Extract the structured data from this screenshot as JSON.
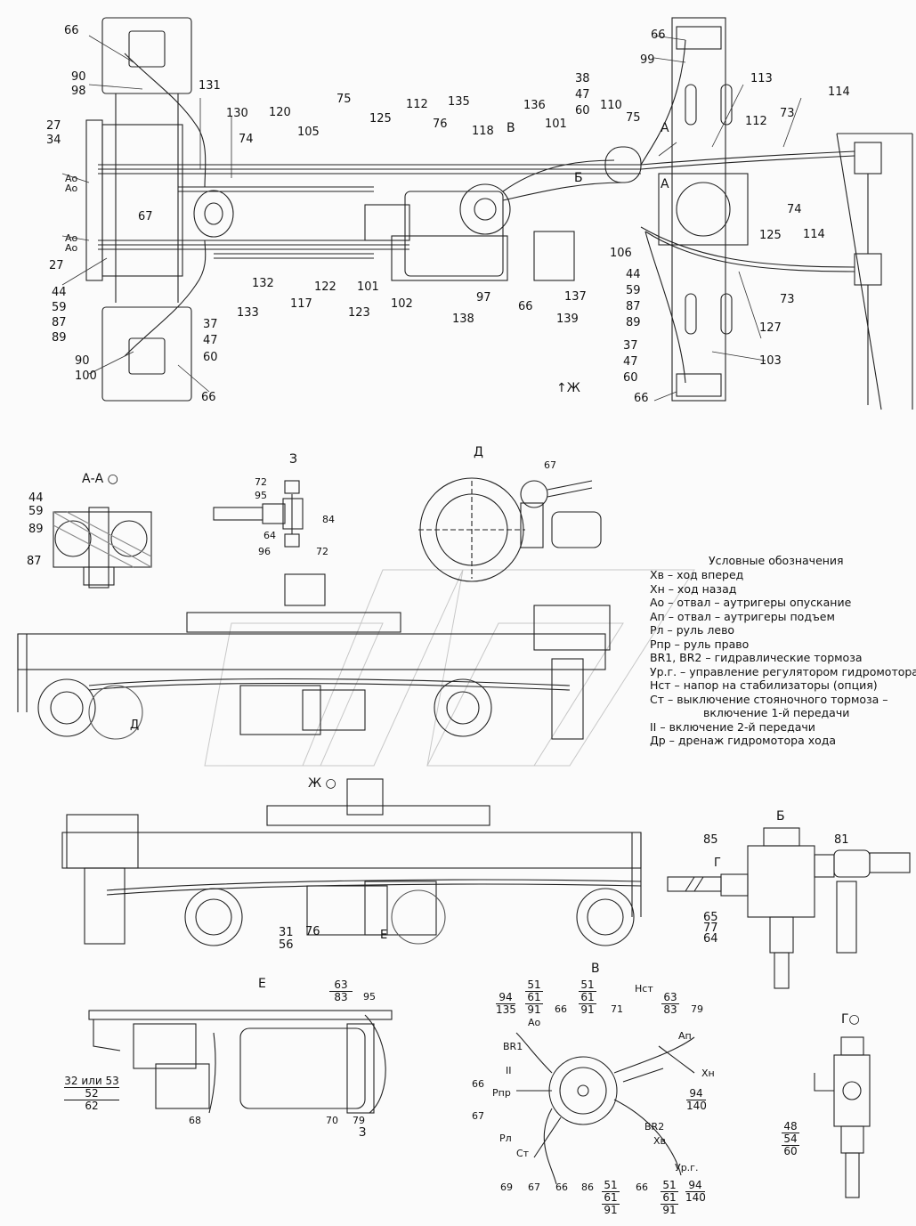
{
  "views": {
    "top": {
      "marker": "Ж"
    },
    "section_aa": {
      "title": "А-А"
    },
    "detail_z": {
      "title": "З"
    },
    "detail_d": {
      "title": "Д"
    },
    "side_zh": {
      "title": "Ж"
    },
    "detail_b": {
      "title": "Б"
    },
    "detail_e": {
      "title": "Е"
    },
    "detail_v": {
      "title": "В"
    },
    "detail_g": {
      "title": "Г"
    }
  },
  "legend": {
    "title": "Условные обозначения",
    "items": [
      "Хв – ход вперед",
      "Хн – ход назад",
      "Ао – отвал – аутригеры опускание",
      "Ап – отвал – аутригеры подъем",
      "Рл – руль лево",
      "Рпр – руль право",
      "BR1, BR2 – гидравлические тормоза",
      "Ур.г. – управление регулятором гидромотора",
      "Нст – напор на стабилизаторы (опция)",
      "Ст – выключение стояночного тормоза –",
      "включение 1-й передачи",
      "II – включение 2-й передачи",
      "Др – дренаж гидромотора хода"
    ]
  },
  "callouts": {
    "top_left": [
      "66",
      "90",
      "98",
      "27",
      "34",
      "Ао",
      "Ао",
      "Ао",
      "Ао",
      "27",
      "44",
      "59",
      "87",
      "89",
      "90",
      "100",
      "66",
      "37",
      "47",
      "60",
      "133",
      "132",
      "117",
      "122",
      "123",
      "101",
      "102",
      "67",
      "74",
      "130",
      "131",
      "120",
      "105",
      "75",
      "125",
      "112",
      "135",
      "76",
      "118",
      "В",
      "136",
      "101",
      "110",
      "Б",
      "106",
      "97",
      "138",
      "66",
      "137",
      "139"
    ],
    "top_right": [
      "38",
      "47",
      "60",
      "66",
      "99",
      "113",
      "114",
      "112",
      "73",
      "75",
      "А",
      "А",
      "74",
      "125",
      "114",
      "73",
      "127",
      "44",
      "59",
      "87",
      "89",
      "37",
      "47",
      "60",
      "103",
      "66"
    ],
    "section_aa": [
      "44",
      "59",
      "89",
      "87"
    ],
    "detail_z": [
      "72",
      "95",
      "84",
      "64",
      "96",
      "72"
    ],
    "detail_d": [
      "67"
    ],
    "side_zh": [
      "Д",
      "31",
      "56",
      "76",
      "Е"
    ],
    "detail_b": [
      "85",
      "81",
      "Г",
      "65",
      "77",
      "64"
    ],
    "detail_e": [
      "63",
      "83",
      "95",
      "32 или 53",
      "52",
      "62",
      "68",
      "70",
      "79",
      "З"
    ],
    "detail_g": [
      "48",
      "54",
      "60"
    ],
    "detail_v": {
      "stacks": [
        [
          "94",
          "135"
        ],
        [
          "51",
          "61",
          "91"
        ],
        [
          "51",
          "61",
          "91"
        ],
        [
          "63",
          "83"
        ],
        [
          "51",
          "61",
          "91"
        ],
        [
          "51",
          "61",
          "91"
        ],
        [
          "94",
          "140"
        ],
        [
          "94",
          "140"
        ]
      ],
      "labels": [
        "66",
        "71",
        "Нст",
        "79",
        "Ао",
        "BR1",
        "II",
        "66",
        "Рпр",
        "67",
        "Рл",
        "Ст",
        "69",
        "67",
        "66",
        "86",
        "66",
        "Ап",
        "Хн",
        "BR2",
        "Хв",
        "Ур.г."
      ]
    }
  }
}
